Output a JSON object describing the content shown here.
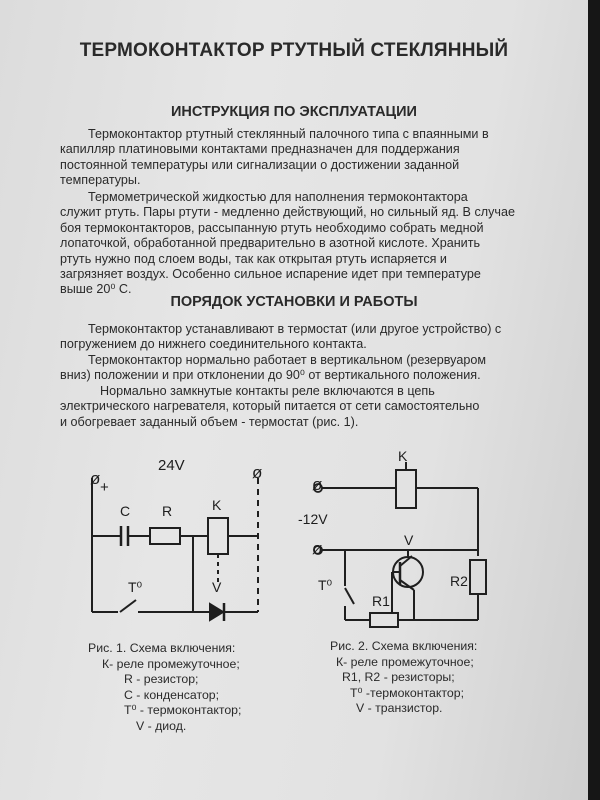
{
  "doc": {
    "title": "ТЕРМОКОНТАКТОР РТУТНЫЙ СТЕКЛЯННЫЙ",
    "section1": {
      "title": "ИНСТРУКЦИЯ ПО ЭКСПЛУАТАЦИИ",
      "p1": [
        "Термоконтактор ртутный стеклянный палочного типа с впаянными в",
        "капилляр платиновыми контактами предназначен для поддержания",
        "постоянной температуры или сигнализации о достижении заданной",
        "температуры."
      ],
      "p2": [
        "Термометрической жидкостью для наполнения термоконтактора",
        "служит ртуть. Пары ртути - медленно действующий, но сильный яд. В случае",
        "боя термоконтакторов, рассыпанную ртуть необходимо собрать медной",
        "лопаточкой, обработанной предварительно в азотной кислоте. Хранить",
        "ртуть нужно под слоем воды, так как открытая ртуть испаряется и",
        "загрязняет воздух. Особенно сильное испарение идет при температуре",
        "выше 20⁰ С."
      ]
    },
    "section2": {
      "title": "ПОРЯДОК УСТАНОВКИ И РАБОТЫ",
      "p1": [
        "Термоконтактор устанавливают в термостат (или другое устройство) с",
        "погружением до нижнего соединительного контакта."
      ],
      "p2": [
        "Термоконтактор нормально работает в вертикальном (резервуаром",
        "вниз) положении и при отклонении до 90⁰ от вертикального положения."
      ],
      "p3": [
        "Нормально замкнутые контакты реле включаются в цепь",
        "электрического нагревателя, который питается от сети самостоятельно",
        "и обогревает заданный объем - термостат (рис. 1)."
      ]
    }
  },
  "fig1": {
    "labels": {
      "terminal_left": "ø",
      "plus": "+",
      "voltage": "24V",
      "terminal_right": "ø",
      "capacitor": "C",
      "resistor": "R",
      "relay": "K",
      "thermo": "T⁰",
      "diode": "V"
    },
    "caption": [
      "Рис. 1. Схема включения:",
      "К- реле промежуточное;",
      "R - резистор;",
      "С - конденсатор;",
      "T⁰ - термоконтактор;",
      "V - диод."
    ]
  },
  "fig2": {
    "labels": {
      "relay": "K",
      "voltage": "-12V",
      "terminal_top": "ø",
      "terminal_bottom": "ø",
      "transistor": "V",
      "thermo": "T⁰",
      "r1": "R1",
      "r2": "R2"
    },
    "caption": [
      "Рис. 2. Схема включения:",
      "К- реле промежуточное;",
      "R1, R2 -  резисторы;",
      "T⁰ -термоконтактор;",
      "V - транзистор."
    ]
  },
  "colors": {
    "paper": "#e2e2e2",
    "ink": "#2a2a2a",
    "background": "#1c1c1c"
  }
}
